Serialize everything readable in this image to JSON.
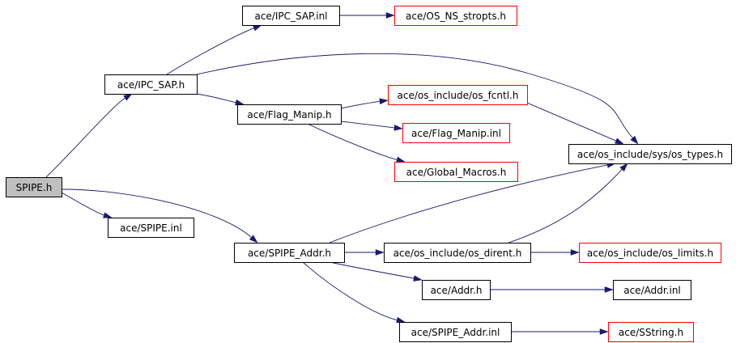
{
  "colors": {
    "root_fill": "#bfbfbf",
    "node_fill": "#ffffff",
    "border_normal": "#000000",
    "border_red": "#ff0000",
    "edge": "#191970"
  },
  "nodes": [
    {
      "id": "spipe_h",
      "label": "SPIPE.h",
      "style": "root"
    },
    {
      "id": "ipc_sap_h",
      "label": "ace/IPC_SAP.h",
      "style": "normal"
    },
    {
      "id": "ipc_sap_inl",
      "label": "ace/IPC_SAP.inl",
      "style": "normal"
    },
    {
      "id": "os_ns_stropts_h",
      "label": "ace/OS_NS_stropts.h",
      "style": "red"
    },
    {
      "id": "flag_manip_h",
      "label": "ace/Flag_Manip.h",
      "style": "normal"
    },
    {
      "id": "os_fcntl_h",
      "label": "ace/os_include/os_fcntl.h",
      "style": "red"
    },
    {
      "id": "flag_manip_inl",
      "label": "ace/Flag_Manip.inl",
      "style": "red"
    },
    {
      "id": "global_macros_h",
      "label": "ace/Global_Macros.h",
      "style": "red"
    },
    {
      "id": "os_types_h",
      "label": "ace/os_include/sys/os_types.h",
      "style": "normal"
    },
    {
      "id": "spipe_inl",
      "label": "ace/SPIPE.inl",
      "style": "normal"
    },
    {
      "id": "spipe_addr_h",
      "label": "ace/SPIPE_Addr.h",
      "style": "normal"
    },
    {
      "id": "os_dirent_h",
      "label": "ace/os_include/os_dirent.h",
      "style": "normal"
    },
    {
      "id": "os_limits_h",
      "label": "ace/os_include/os_limits.h",
      "style": "red"
    },
    {
      "id": "addr_h",
      "label": "ace/Addr.h",
      "style": "normal"
    },
    {
      "id": "addr_inl",
      "label": "ace/Addr.inl",
      "style": "normal"
    },
    {
      "id": "spipe_addr_inl",
      "label": "ace/SPIPE_Addr.inl",
      "style": "normal"
    },
    {
      "id": "sstring_h",
      "label": "ace/SString.h",
      "style": "red"
    }
  ],
  "edges": [
    {
      "from": "spipe_h",
      "to": "ipc_sap_h"
    },
    {
      "from": "spipe_h",
      "to": "spipe_inl"
    },
    {
      "from": "spipe_h",
      "to": "spipe_addr_h"
    },
    {
      "from": "ipc_sap_h",
      "to": "ipc_sap_inl"
    },
    {
      "from": "ipc_sap_h",
      "to": "os_types_h"
    },
    {
      "from": "ipc_sap_h",
      "to": "flag_manip_h"
    },
    {
      "from": "ipc_sap_inl",
      "to": "os_ns_stropts_h"
    },
    {
      "from": "flag_manip_h",
      "to": "os_fcntl_h"
    },
    {
      "from": "flag_manip_h",
      "to": "flag_manip_inl"
    },
    {
      "from": "flag_manip_h",
      "to": "global_macros_h"
    },
    {
      "from": "os_fcntl_h",
      "to": "os_types_h"
    },
    {
      "from": "spipe_addr_h",
      "to": "os_types_h"
    },
    {
      "from": "spipe_addr_h",
      "to": "os_dirent_h"
    },
    {
      "from": "spipe_addr_h",
      "to": "addr_h"
    },
    {
      "from": "spipe_addr_h",
      "to": "spipe_addr_inl"
    },
    {
      "from": "os_dirent_h",
      "to": "os_types_h"
    },
    {
      "from": "os_dirent_h",
      "to": "os_limits_h"
    },
    {
      "from": "addr_h",
      "to": "addr_inl"
    },
    {
      "from": "spipe_addr_inl",
      "to": "sstring_h"
    }
  ]
}
